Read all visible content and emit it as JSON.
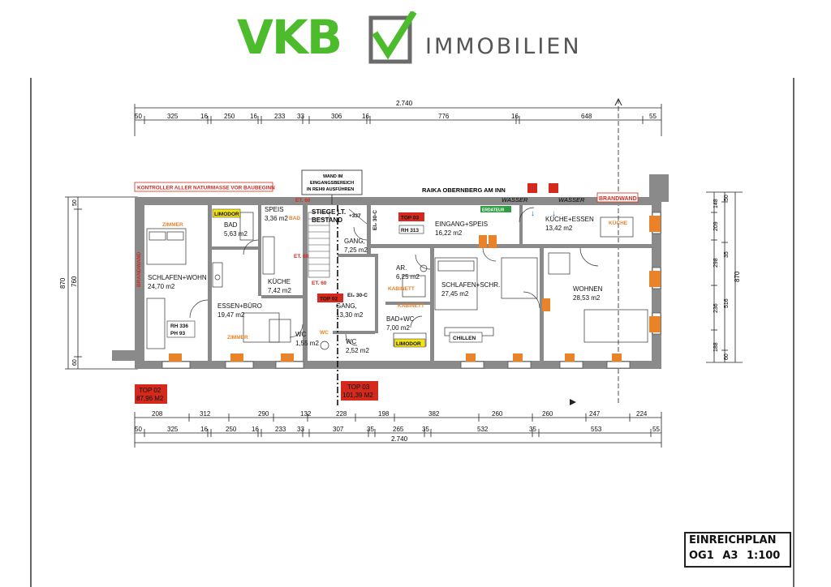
{
  "brand": {
    "name": "VKB",
    "tagline": "IMMOBILIEN",
    "color": "#4cbc2c"
  },
  "warnings": {
    "measure": "KONTROLLER ALLER NATURMASSE VOR BAUBEGINN",
    "wall_line1": "WAND IM",
    "wall_line2": "EINGANGSBEREICH",
    "wall_line3": "IN REI49 AUSFÜHREN"
  },
  "dims": {
    "total": "2.740",
    "top": [
      "50",
      "325",
      "16",
      "250",
      "16",
      "233",
      "33",
      "306",
      "16",
      "776",
      "16",
      "648",
      "55"
    ],
    "bottom_outer": [
      "208",
      "312",
      "290",
      "132",
      "228",
      "198",
      "382",
      "260",
      "260",
      "247",
      "224"
    ],
    "bottom_inner": [
      "50",
      "325",
      "16",
      "250",
      "16",
      "233",
      "33",
      "307",
      "35",
      "265",
      "35",
      "532",
      "35",
      "553",
      "55"
    ],
    "left_outer": "870",
    "left_inner": [
      "50",
      "760",
      "60"
    ],
    "right_outer": [
      "148",
      "209",
      "298",
      "236",
      "188"
    ],
    "right_mid": [
      "50",
      "35",
      "516",
      "60"
    ],
    "right_total": "870"
  },
  "building": {
    "neighbor": "RAIKA OBERNBERG AM INN",
    "brandwand_left": "BRANDWAND",
    "brandwand_right": "BRANDWAND",
    "wasser": "WASSER"
  },
  "rooms": {
    "schlafen_wohn": {
      "name": "SCHLAFEN+WOHN",
      "area": "24,70 m2"
    },
    "bad": {
      "name": "BAD",
      "area": "5,63 m2"
    },
    "speis": {
      "name": "SPEIS",
      "area": "3,36 m2"
    },
    "essen_buero": {
      "name": "ESSEN+BÜRO",
      "area": "19,47 m2"
    },
    "kueche_a": {
      "name": "KÜCHE",
      "area": "7,42 m2"
    },
    "wc_a": {
      "name": "WC",
      "area": "1,55 m2"
    },
    "stiege": {
      "line1": "STIEGE LT.",
      "line2": "BESTAND"
    },
    "gang_a": {
      "name": "GANG,",
      "area": "7,25 m2"
    },
    "gang_b": {
      "name": "GANG,",
      "area": "13,30 m2"
    },
    "wc_b": {
      "name": "WC",
      "area": "2,52 m2"
    },
    "eingang_speis": {
      "name": "EINGANG+SPEIS",
      "area": "16,22 m2"
    },
    "ar": {
      "name": "AR.",
      "area": "6,25 m2"
    },
    "bad_wc": {
      "name": "BAD+WC",
      "area": "7,00 m2"
    },
    "schlafen_schr": {
      "name": "SCHLAFEN+SCHR.",
      "area": "27,45 m2"
    },
    "kueche_essen": {
      "name": "KÜCHE+ESSEN",
      "area": "13,42 m2"
    },
    "wohnen": {
      "name": "WOHNEN",
      "area": "28,53 m2"
    }
  },
  "labels": {
    "zimmer": "ZIMMER",
    "limodor": "LIMODOR",
    "bad_tag": "BAD",
    "kabinett": "KABINETT",
    "wc_tag": "WC",
    "kueche_tag": "KÜCHE",
    "chillen": "CHILLEN",
    "rh_left": "RH 336",
    "ph_left": "PH  93",
    "rh_313": "RH 313",
    "et60": "ET. 60",
    "ei30c": "EI₂ 30-C",
    "plus337": "+337",
    "top02": "TOP 02",
    "top03": "TOP 03",
    "erdung": "ERDATEUR"
  },
  "units": {
    "top02": {
      "name": "TOP 02",
      "area": "87,96 M2"
    },
    "top03": {
      "name": "TOP 03",
      "area": "101,39 M2"
    }
  },
  "title_block": {
    "title": "EINREICHPLAN",
    "floor": "OG1",
    "format": "A3",
    "scale": "1:100"
  },
  "colors": {
    "red": "#d42a1e",
    "orange": "#e8832a",
    "yellow": "#f2e21c",
    "green": "#2f9e44",
    "wall": "#8a8a8a"
  }
}
